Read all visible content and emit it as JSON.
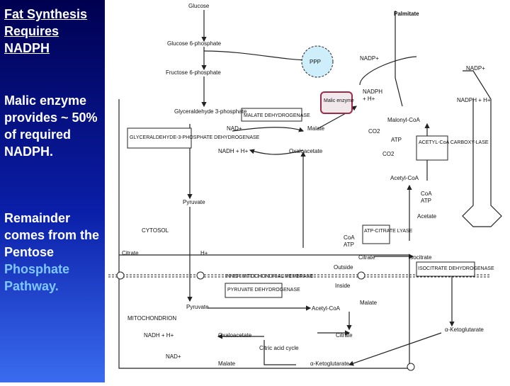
{
  "sidebar": {
    "title": "Fat Synthesis Requires NADPH",
    "malic_text": "Malic enzyme provides ~ 50% of required NADPH.",
    "remainder_a": "Remainder comes from the Pentose",
    "remainder_b": "Phosphate Pathway."
  },
  "diagram": {
    "glucose": "Glucose",
    "glucose6p": "Glucose 6-phosphate",
    "fructose6p": "Fructose 6-phosphate",
    "ppp": "PPP",
    "palmitate": "Palmitate",
    "nadp_1": "NADP+",
    "nadp_2": "NADP+",
    "nadph_h_1": "NADPH",
    "nadph_h_1b": "+ H+",
    "nadph_h_2": "NADPH + H+",
    "malic_enzyme": "Malic enzyme",
    "g3p": "Glyceraldehyde 3-phosphate",
    "mdh_cyto": "MALATE DEHYDROGENASE",
    "gapdh": "GLYCERALDEHYDE-3-PHOSPHATE DEHYDROGENASE",
    "nad_1": "NAD+",
    "malate_1": "Malate",
    "co2_1": "CO2",
    "malonyl": "Malonyl-CoA",
    "nadh_1": "NADH + H+",
    "oaa_1": "Oxaloacetate",
    "atp_1": "ATP",
    "co2_2": "CO2",
    "acc": "ACETYL-CoA CARBOXY-LASE",
    "acetylcoa_1": "Acetyl-CoA",
    "pyruvate_1": "Pyruvate",
    "coa_atp_1a": "CoA",
    "coa_atp_1b": "ATP",
    "acetate": "Acetate",
    "cytosol": "CYTOSOL",
    "coa_atp_2a": "CoA",
    "coa_atp_2b": "ATP",
    "acl": "ATP-CITRATE LYASE",
    "citrate_1": "Citrate",
    "hplus": "H+",
    "citrate_2": "Citrate",
    "isocitrate": "Isocitrate",
    "membrane": "INNER MITOCHONDRIAL MEMBRANE",
    "outside": "Outside",
    "inside": "Inside",
    "icdh": "ISOCITRATE DEHYDROGENASE",
    "pdh": "PYRUVATE DEHYDROGENASE",
    "pyruvate_2": "Pyruvate",
    "acetylcoa_2": "Acetyl-CoA",
    "malate_2": "Malate",
    "mito": "MITOCHONDRION",
    "nadh_2": "NADH + H+",
    "oaa_2": "Oxaloacetate",
    "citrate_3": "Citrate",
    "akg_1": "α-Ketoglutarate",
    "cycle": "Citric acid cycle",
    "nad_2": "NAD+",
    "malate_3": "Malate",
    "akg_2": "α-Ketoglutarate"
  }
}
